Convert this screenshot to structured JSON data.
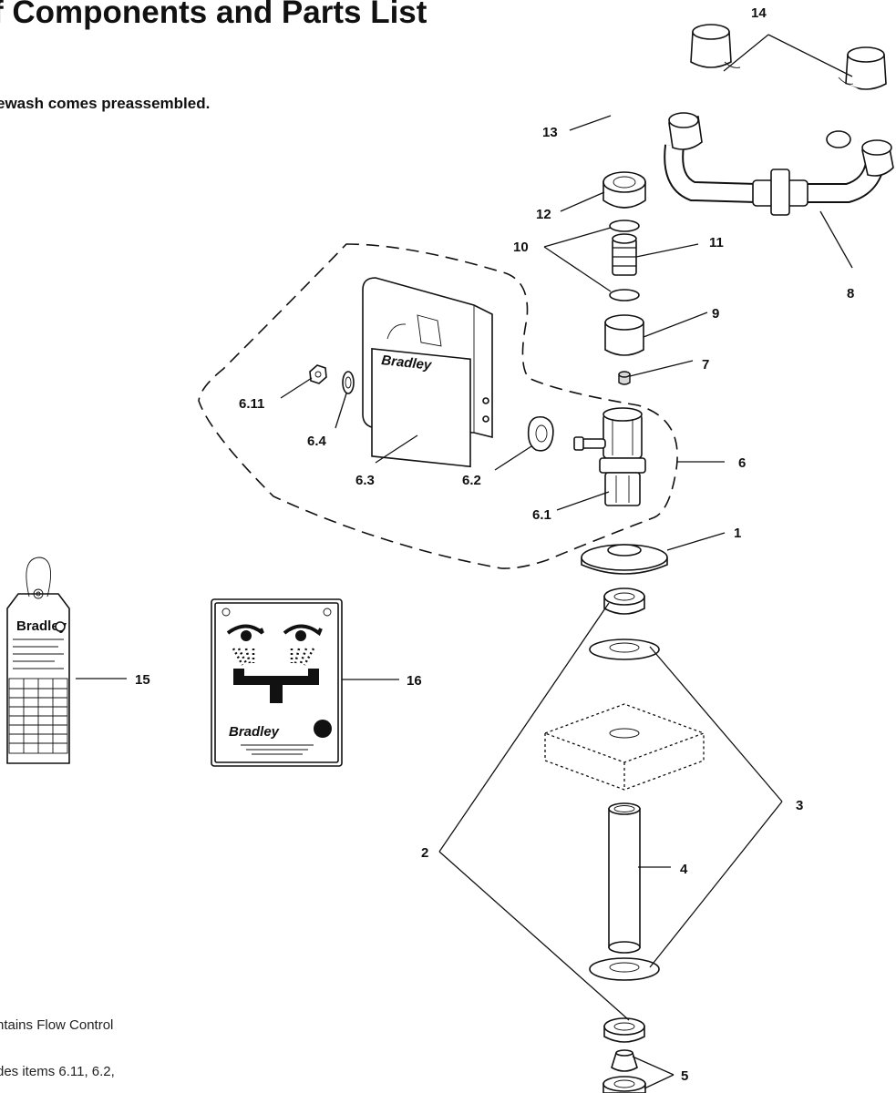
{
  "header": {
    "title": "f Components and Parts List",
    "subtitle": "ewash  comes preassembled."
  },
  "notes": [
    "ntains Flow Control",
    "des items 6.11, 6.2,"
  ],
  "callouts": {
    "c1": "1",
    "c2": "2",
    "c3": "3",
    "c4": "4",
    "c5": "5",
    "c6": "6",
    "c6_1": "6.1",
    "c6_2": "6.2",
    "c6_3": "6.3",
    "c6_4": "6.4",
    "c6_11": "6.11",
    "c7": "7",
    "c8": "8",
    "c9": "9",
    "c10": "10",
    "c11": "11",
    "c12": "12",
    "c13": "13",
    "c14": "14",
    "c15": "15",
    "c16": "16"
  },
  "sign_logo": "Bradley",
  "tag_logo": "Bradley"
}
